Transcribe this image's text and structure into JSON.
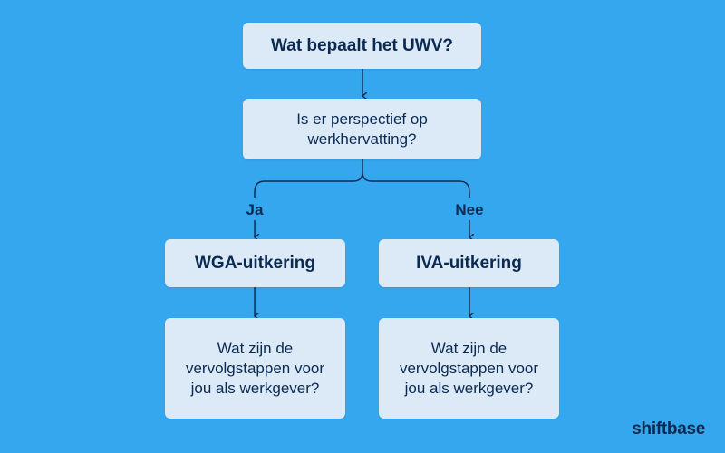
{
  "diagram": {
    "root": "Wat bepaalt het UWV?",
    "question": "Is er perspectief op werkhervatting?",
    "yes_label": "Ja",
    "no_label": "Nee",
    "left_outcome": "WGA-uitkering",
    "right_outcome": "IVA-uitkering",
    "left_next": "Wat zijn de vervolgstappen voor jou als werkgever?",
    "right_next": "Wat zijn de vervolgstappen voor jou als werkgever?"
  },
  "brand": {
    "logo_text": "shiftbase"
  },
  "colors": {
    "background": "#35a7ef",
    "box": "#dceaf8",
    "text": "#0b2a52",
    "line": "#0b2a52"
  }
}
